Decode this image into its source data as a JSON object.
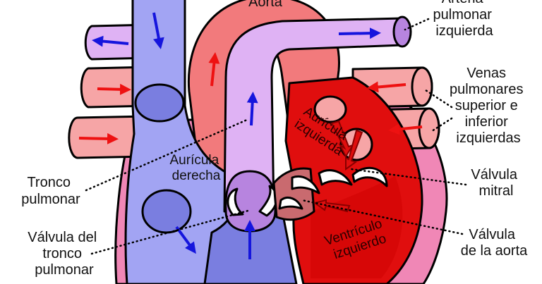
{
  "labels": {
    "aorta": "Aorta",
    "left_pulmonary_artery": [
      "Arteria",
      "pulmonar",
      "izquierda"
    ],
    "left_pulmonary_veins": [
      "Venas",
      "pulmonares",
      "superior e",
      "inferior",
      "izquierdas"
    ],
    "left_atrium": [
      "Aurícula",
      "izquierda"
    ],
    "right_atrium": [
      "Aurícula",
      "derecha"
    ],
    "pulmonary_trunk": [
      "Tronco",
      "pulmonar"
    ],
    "mitral_valve": [
      "Válvula",
      "mitral"
    ],
    "pulmonary_valve": [
      "Válvula del",
      "tronco",
      "pulmonar"
    ],
    "aortic_valve": [
      "Válvula",
      "de la aorta"
    ],
    "left_ventricle": [
      "Ventrículo",
      "izquierdo"
    ]
  },
  "colors": {
    "vena_cava": "#a2a4f3",
    "vena_cava_dark": "#7a7ee0",
    "pulmonary_trunk": "#dfb2f4",
    "pulmonary_dark": "#b784df",
    "aorta": "#f27a7c",
    "pulmonary_veins": "#f6a5a6",
    "left_chamber": "#e00e0e",
    "heart_wall": "#f087b6",
    "valve": "#ffffff",
    "deoxygenated_arrow": "#1515dd",
    "oxygenated_arrow": "#ee1111",
    "leader_line": "#000000"
  },
  "icons": [
    "arrow-icon",
    "valve-icon"
  ]
}
